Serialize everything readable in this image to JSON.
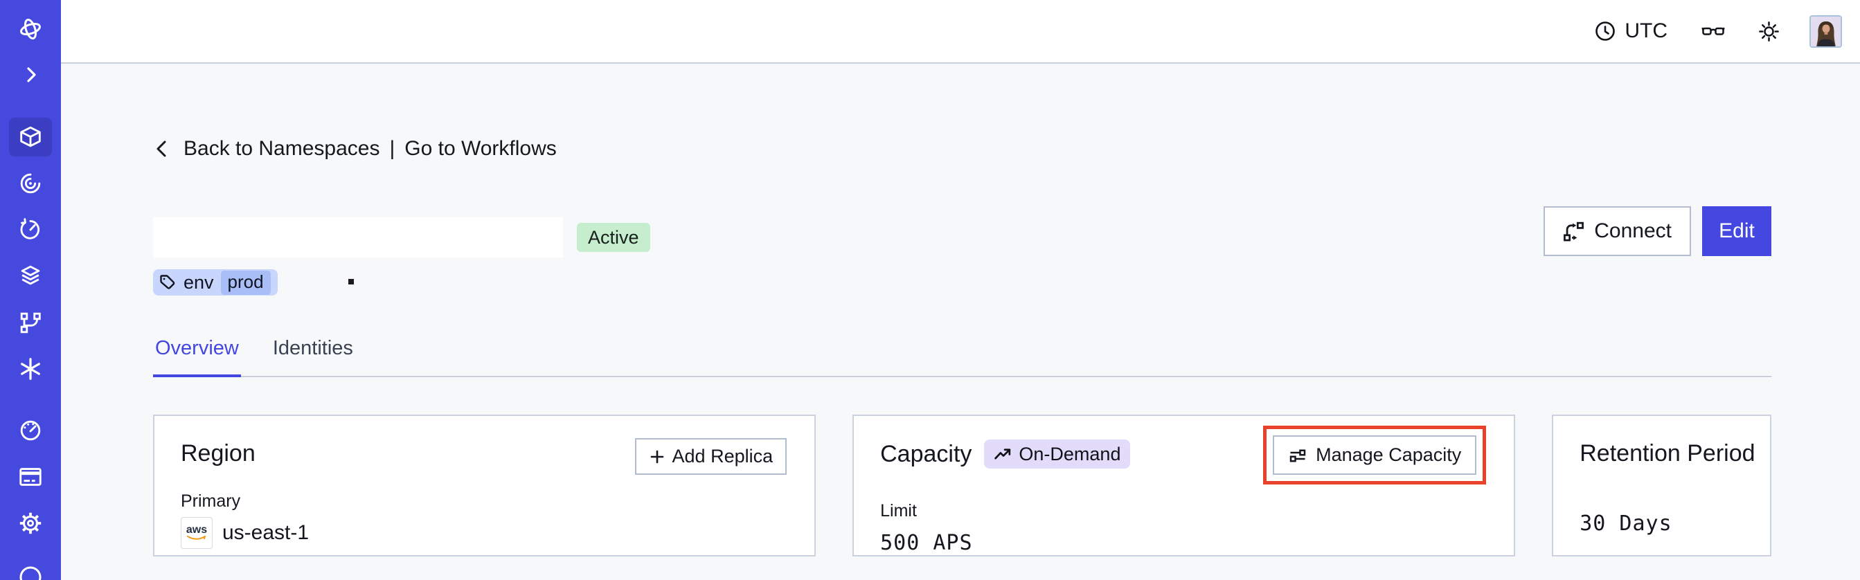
{
  "topbar": {
    "timezone": "UTC",
    "icons": [
      "clock-icon",
      "glasses-icon",
      "sun-icon",
      "user-avatar"
    ]
  },
  "sidebar": {
    "items": [
      {
        "icon": "temporal-logo-icon"
      },
      {
        "icon": "expand-sidebar-icon"
      },
      {
        "icon": "namespaces-icon",
        "active": true
      },
      {
        "icon": "workflows-icon"
      },
      {
        "icon": "schedules-icon"
      },
      {
        "icon": "deployments-icon"
      },
      {
        "icon": "batch-operations-icon"
      },
      {
        "icon": "nexus-icon"
      },
      {
        "icon": "usage-icon"
      },
      {
        "icon": "billing-icon"
      },
      {
        "icon": "settings-icon"
      },
      {
        "icon": "help-icon"
      }
    ]
  },
  "breadcrumb": {
    "back": "Back to Namespaces",
    "separator": "|",
    "forward": "Go to Workflows"
  },
  "namespace": {
    "status": "Active",
    "tag": {
      "icon": "tag-icon",
      "key": "env",
      "value": "prod"
    },
    "connect_label": "Connect",
    "edit_label": "Edit"
  },
  "tabs": {
    "overview": "Overview",
    "identities": "Identities"
  },
  "cards": {
    "region": {
      "title": "Region",
      "action": "Add Replica",
      "label": "Primary",
      "provider": "aws",
      "value": "us-east-1"
    },
    "capacity": {
      "title": "Capacity",
      "badge": "On-Demand",
      "action": "Manage Capacity",
      "label": "Limit",
      "value": "500 APS"
    },
    "retention": {
      "title": "Retention Period",
      "value": "30 Days"
    }
  },
  "colors": {
    "sidebar": "#4649dd",
    "accent": "#4448e0",
    "page_bg": "#f7f8fa",
    "status_active_bg": "#c5edce",
    "tag_bg": "#c8d6fd",
    "tag_chip_bg": "#a9bef7",
    "on_demand_bg": "#e2dcfa",
    "highlight": "#e8432a",
    "aws_orange": "#f49b1b"
  }
}
